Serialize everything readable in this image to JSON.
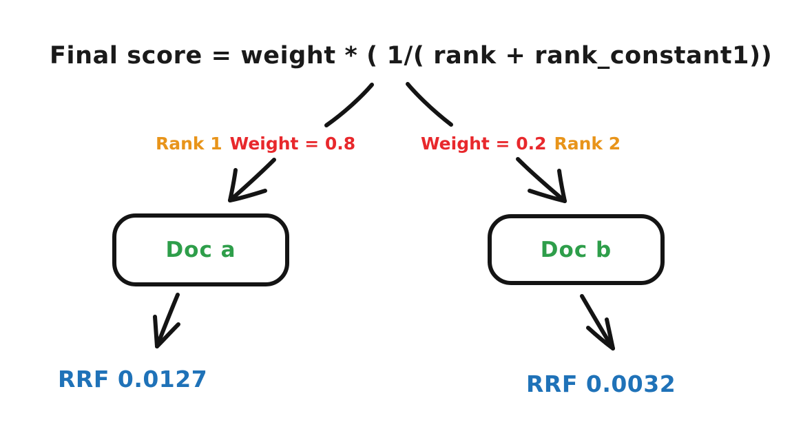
{
  "diagram": {
    "title": "Final score = weight * ( 1/( rank + rank_constant1))",
    "background_color": "#ffffff",
    "ink_color": "#141414",
    "colors": {
      "rank": "#E8941A",
      "weight": "#E8282C",
      "doc": "#2E9E4A",
      "rrf": "#1F72B8",
      "stroke": "#141414"
    },
    "branches": [
      {
        "id": "left",
        "rank_label": "Rank 1",
        "weight_label": "Weight = 0.8",
        "doc_label": "Doc a",
        "rrf_label": "RRF 0.0127"
      },
      {
        "id": "right",
        "weight_label": "Weight = 0.2",
        "rank_label": "Rank 2",
        "doc_label": "Doc b",
        "rrf_label": "RRF 0.0032"
      }
    ]
  }
}
